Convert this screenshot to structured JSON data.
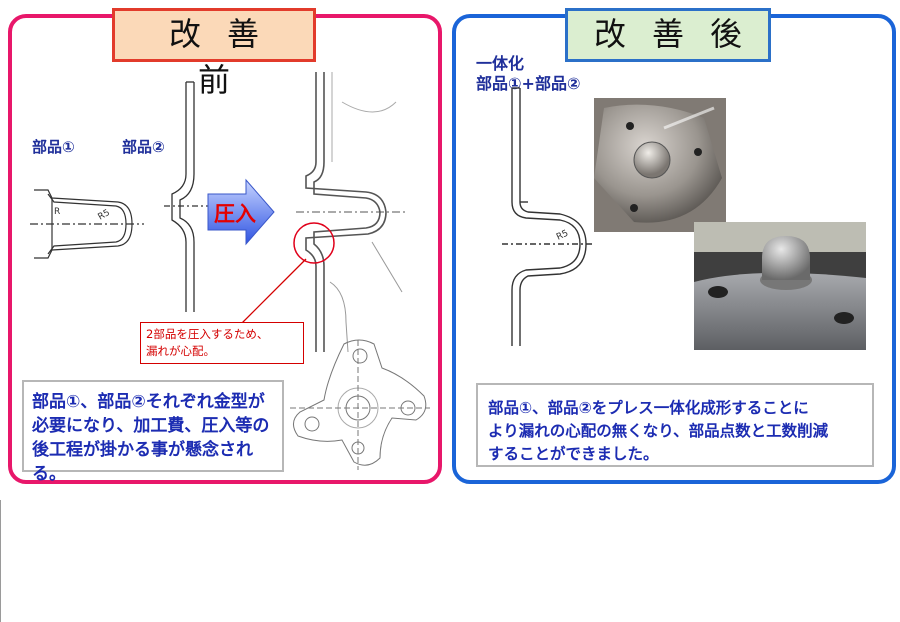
{
  "before": {
    "tab_label": "改善前",
    "part1_label": "部品①",
    "part2_label": "部品②",
    "arrow_label": "圧入",
    "dim_r": "R",
    "dim_r5": "R5",
    "callout_line1": "2部品を圧入するため、",
    "callout_line2": "漏れが心配。",
    "note_line1": "部品①、部品②それぞれ金型が",
    "note_line2": "必要になり、加工費、圧入等の",
    "note_line3": "後工程が掛かる事が懸念される。"
  },
  "after": {
    "tab_label": "改善後",
    "title_line1": "一体化",
    "title_line2": "部品①+部品②",
    "dim_r5": "R5",
    "note_line1": "部品①、部品②をプレス一体化成形することに",
    "note_line2": "より漏れの心配の無くなり、部品点数と工数削減",
    "note_line3": "することができました。"
  },
  "colors": {
    "before_border": "#e8176a",
    "after_border": "#1a64d8",
    "note_text": "#1c2cb2",
    "callout_red": "#d40000"
  }
}
